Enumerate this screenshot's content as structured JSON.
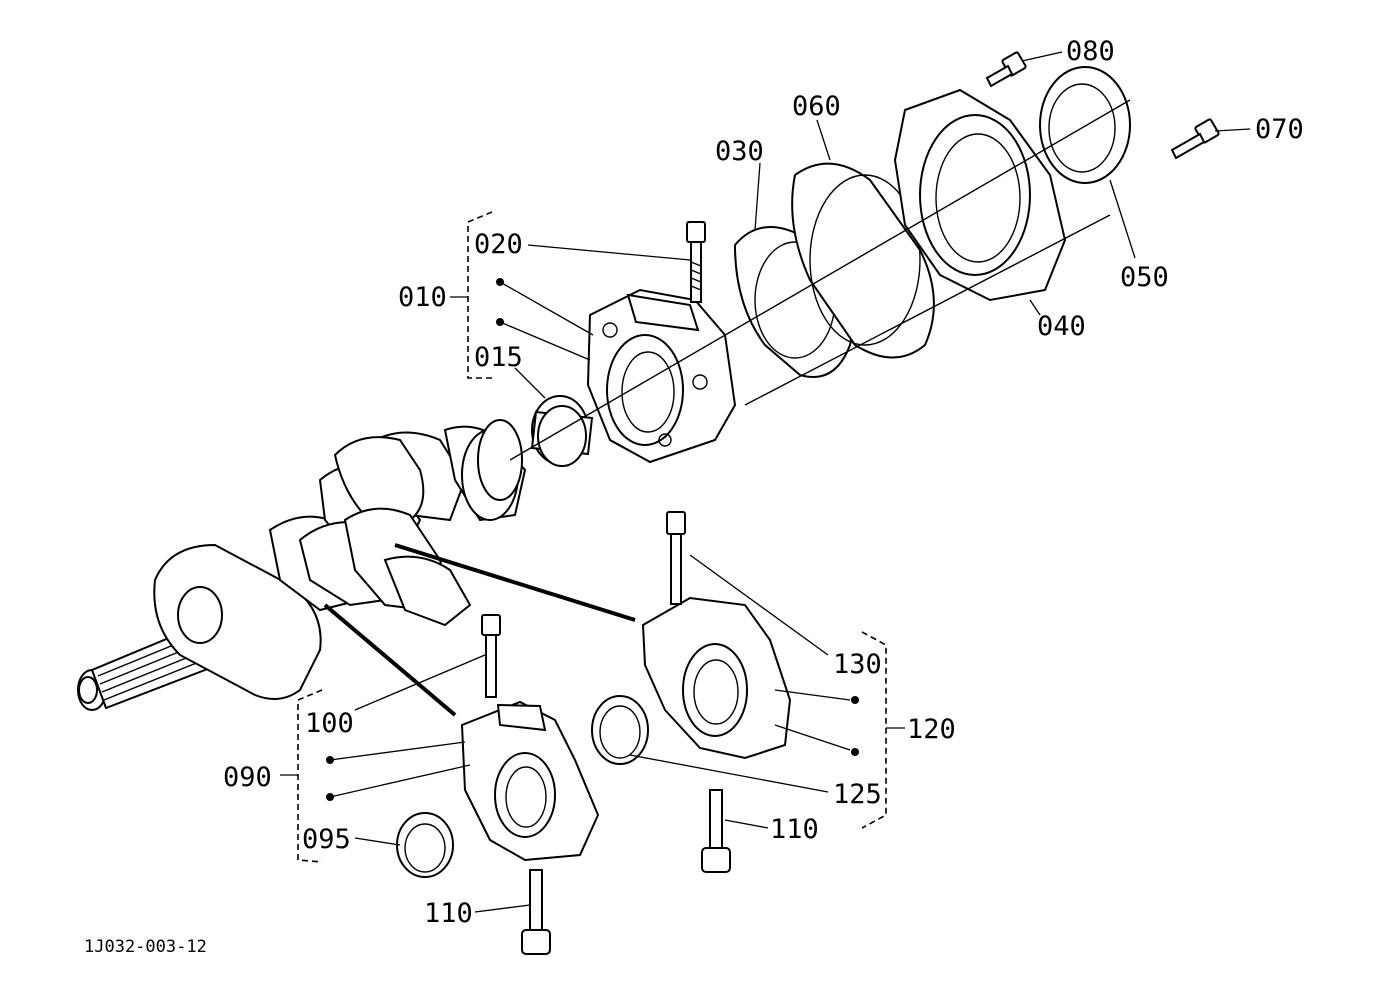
{
  "diagram": {
    "drawing_code": "1J032-003-12",
    "labels": {
      "p010": "010",
      "p015": "015",
      "p020": "020",
      "p030": "030",
      "p040": "040",
      "p050": "050",
      "p060": "060",
      "p070": "070",
      "p080": "080",
      "p090": "090",
      "p095": "095",
      "p100": "100",
      "p110a": "110",
      "p110b": "110",
      "p120": "120",
      "p125": "125",
      "p130": "130"
    }
  }
}
